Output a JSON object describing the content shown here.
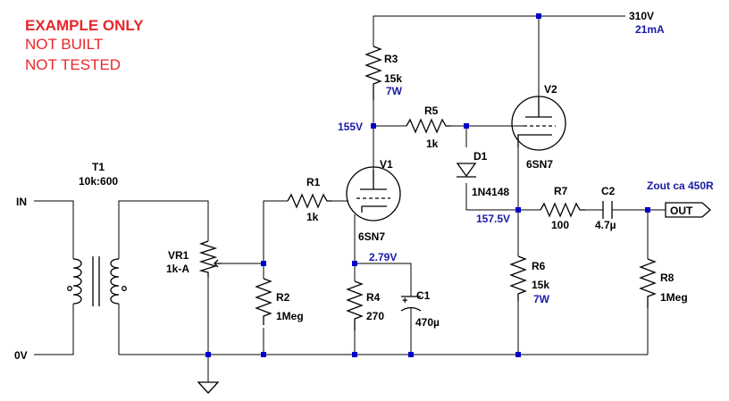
{
  "notice": {
    "line1": "EXAMPLE ONLY",
    "line2": "NOT BUILT",
    "line3": "NOT TESTED",
    "color": "#e8262b"
  },
  "colors": {
    "wire": "#000000",
    "junction": "#0000cc",
    "annotation": "#1a1aa6"
  },
  "ports": {
    "in": "IN",
    "gnd": "0V",
    "out": "OUT"
  },
  "supply": {
    "voltage": "310V",
    "current": "21mA"
  },
  "output_note": "Zout ca 450R",
  "components": {
    "t1": {
      "ref": "T1",
      "value": "10k:600"
    },
    "vr1": {
      "ref": "VR1",
      "value": "1k-A"
    },
    "r1": {
      "ref": "R1",
      "value": "1k"
    },
    "r2": {
      "ref": "R2",
      "value": "1Meg"
    },
    "r3": {
      "ref": "R3",
      "value": "15k",
      "power": "7W"
    },
    "r4": {
      "ref": "R4",
      "value": "270"
    },
    "r5": {
      "ref": "R5",
      "value": "1k"
    },
    "r6": {
      "ref": "R6",
      "value": "15k",
      "power": "7W"
    },
    "r7": {
      "ref": "R7",
      "value": "100"
    },
    "r8": {
      "ref": "R8",
      "value": "1Meg"
    },
    "c1": {
      "ref": "C1",
      "value": "470µ"
    },
    "c2": {
      "ref": "C2",
      "value": "4.7µ"
    },
    "d1": {
      "ref": "D1",
      "value": "1N4148"
    },
    "v1": {
      "ref": "V1",
      "value": "6SN7"
    },
    "v2": {
      "ref": "V2",
      "value": "6SN7"
    }
  },
  "node_voltages": {
    "v1_anode": "155V",
    "v1_cathode": "2.79V",
    "v2_cathode": "157.5V"
  }
}
